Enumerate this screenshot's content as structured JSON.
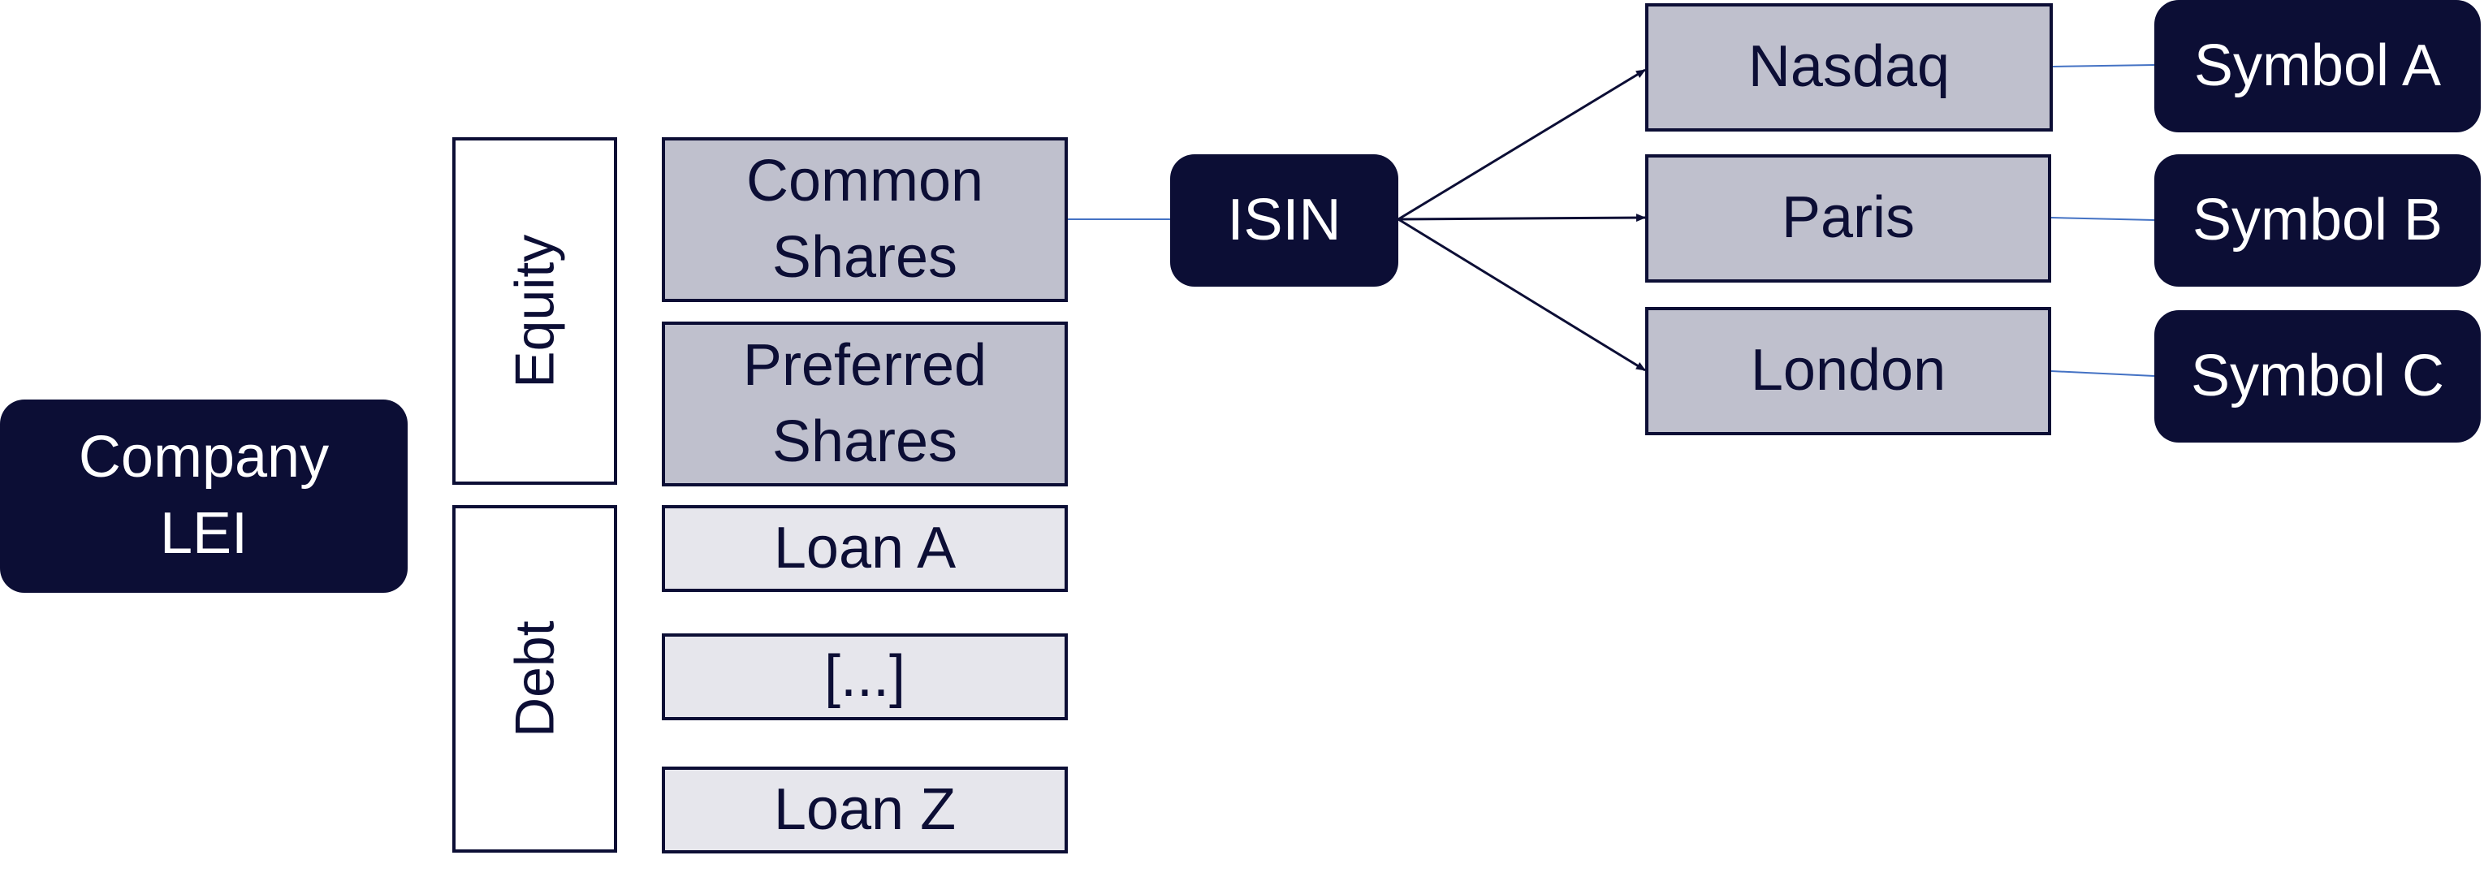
{
  "diagram": {
    "root": {
      "label": "Company\nLEI"
    },
    "categories": [
      {
        "label": "Equity"
      },
      {
        "label": "Debt"
      }
    ],
    "instruments": [
      {
        "label": "Common\nShares"
      },
      {
        "label": "Preferred\nShares"
      },
      {
        "label": "Loan A"
      },
      {
        "label": "[...]"
      },
      {
        "label": "Loan Z"
      }
    ],
    "identifier": {
      "label": "ISIN"
    },
    "exchanges": [
      {
        "label": "Nasdaq"
      },
      {
        "label": "Paris"
      },
      {
        "label": "London"
      }
    ],
    "symbols": [
      {
        "label": "Symbol A"
      },
      {
        "label": "Symbol B"
      },
      {
        "label": "Symbol C"
      }
    ],
    "colors": {
      "navy": "#0c0e35",
      "equity_fill": "#bfc0cd",
      "debt_fill": "#e6e6ec",
      "thin_connector": "#4472c4"
    }
  }
}
